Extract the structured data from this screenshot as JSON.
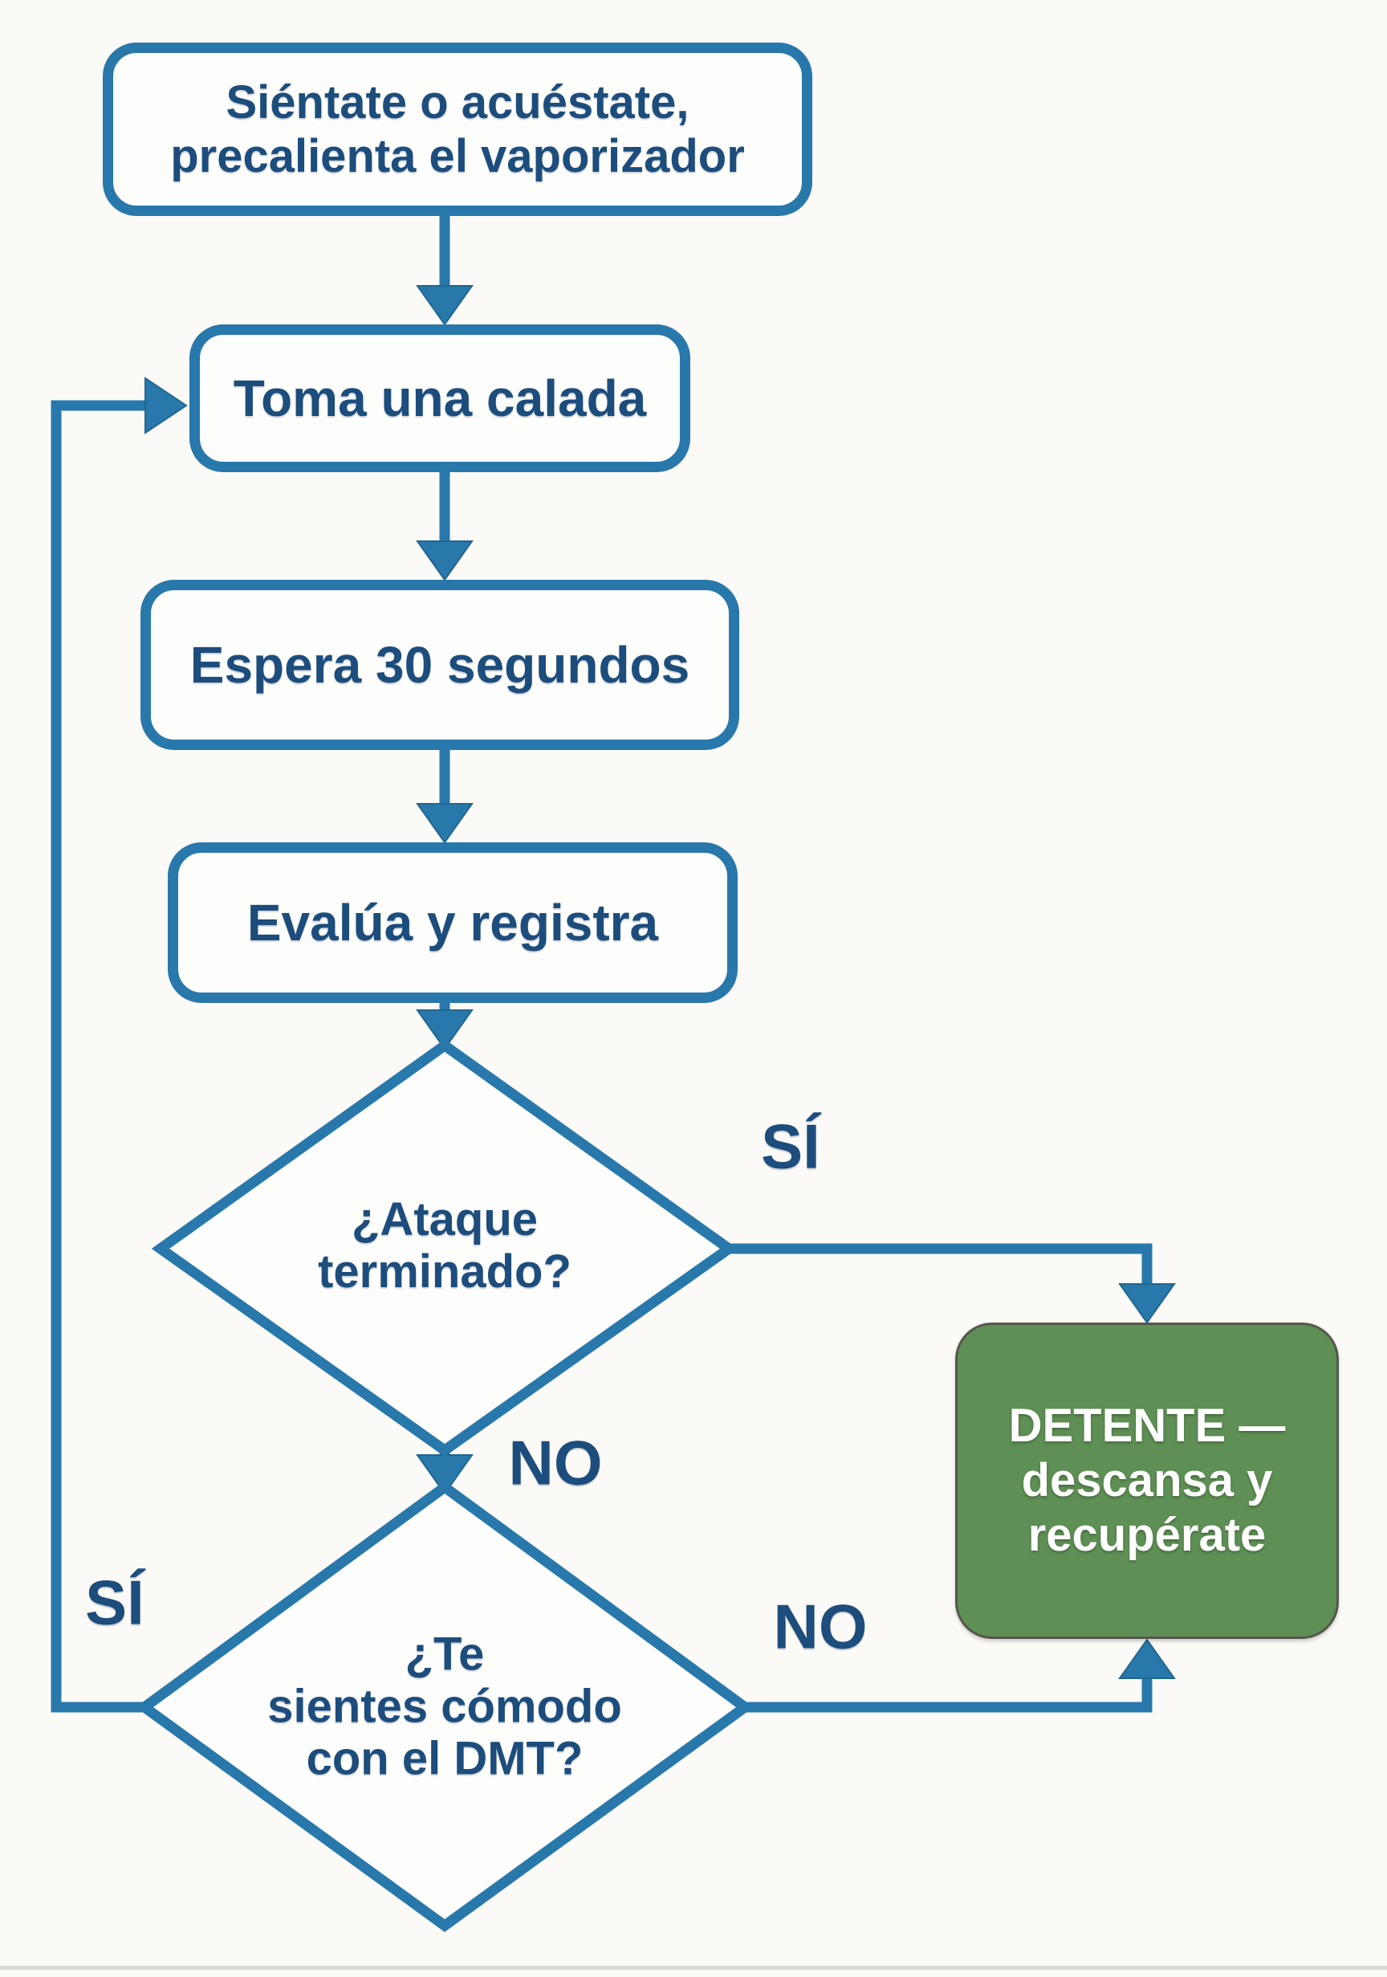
{
  "flowchart": {
    "nodes": {
      "start": {
        "label": "Siéntate o acuéstate,\nprecalienta el vaporizador"
      },
      "puff": {
        "label": "Toma una calada"
      },
      "wait": {
        "label": "Espera 30 segundos"
      },
      "assess": {
        "label": "Evalúa y registra"
      },
      "decision_attack": {
        "label": "¿Ataque\nterminado?"
      },
      "decision_comfort": {
        "label": "¿Te\nsientes cómodo\ncon el DMT?"
      },
      "stop": {
        "label": "DETENTE —\ndescansa y\nrecupérate"
      }
    },
    "edge_labels": {
      "attack_yes": "SÍ",
      "attack_no": "NO",
      "comfort_yes": "SÍ",
      "comfort_no": "NO"
    },
    "colors": {
      "line": "#2878ab",
      "node_text": "#1c4d7c",
      "node_fill": "#fdfdfc",
      "stop_fill": "#5e8f54",
      "stop_text": "#ffffff",
      "background": "#fbfaf7"
    }
  }
}
